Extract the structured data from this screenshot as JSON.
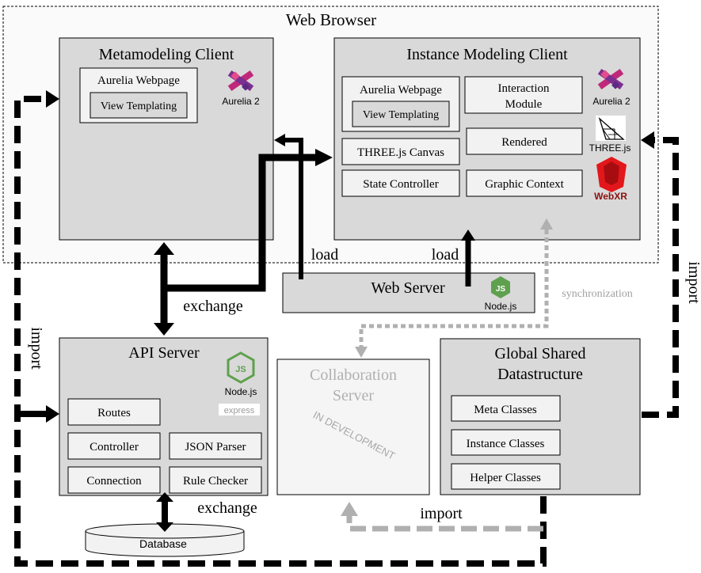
{
  "browser": {
    "title": "Web Browser"
  },
  "meta_client": {
    "title": "Metamodeling Client",
    "webpage": "Aurelia Webpage",
    "templating": "View Templating",
    "logo_label": "Aurelia 2"
  },
  "instance_client": {
    "title": "Instance Modeling Client",
    "webpage": "Aurelia Webpage",
    "templating": "View Templating",
    "interaction_line1": "Interaction",
    "interaction_line2": "Module",
    "canvas": "THREE.js Canvas",
    "rendered": "Rendered",
    "state": "State Controller",
    "graphic": "Graphic Context",
    "logos": {
      "aurelia": "Aurelia 2",
      "three": "THREE.js",
      "webxr": "WebXR"
    }
  },
  "web_server": {
    "title": "Web Server",
    "logo_label": "Node.js"
  },
  "api_server": {
    "title": "API Server",
    "logo_label": "Node.js",
    "express": "express",
    "routes": "Routes",
    "controller": "Controller",
    "json": "JSON Parser",
    "connection": "Connection",
    "rules": "Rule Checker"
  },
  "collab": {
    "title_line1": "Collaboration",
    "title_line2": "Server",
    "watermark": "IN DEVELOPMENT"
  },
  "global": {
    "title_line1": "Global Shared",
    "title_line2": "Datastructure",
    "meta": "Meta Classes",
    "instance": "Instance Classes",
    "helper": "Helper Classes"
  },
  "database": {
    "label": "Database"
  },
  "labels": {
    "load_left": "load",
    "load_right": "load",
    "exchange_top": "exchange",
    "exchange_bottom": "exchange",
    "import_left": "import",
    "import_right": "import",
    "import_bottom": "import",
    "synchronization": "synchronization"
  },
  "colors": {
    "box_fill": "#d9d9d9",
    "inner_fill": "#f2f2f2",
    "arrow": "#000000",
    "dev_gray": "#b0b0b0",
    "aurelia": "#c0287a",
    "node": "#5fa04e",
    "webxr": "#e3171b"
  }
}
